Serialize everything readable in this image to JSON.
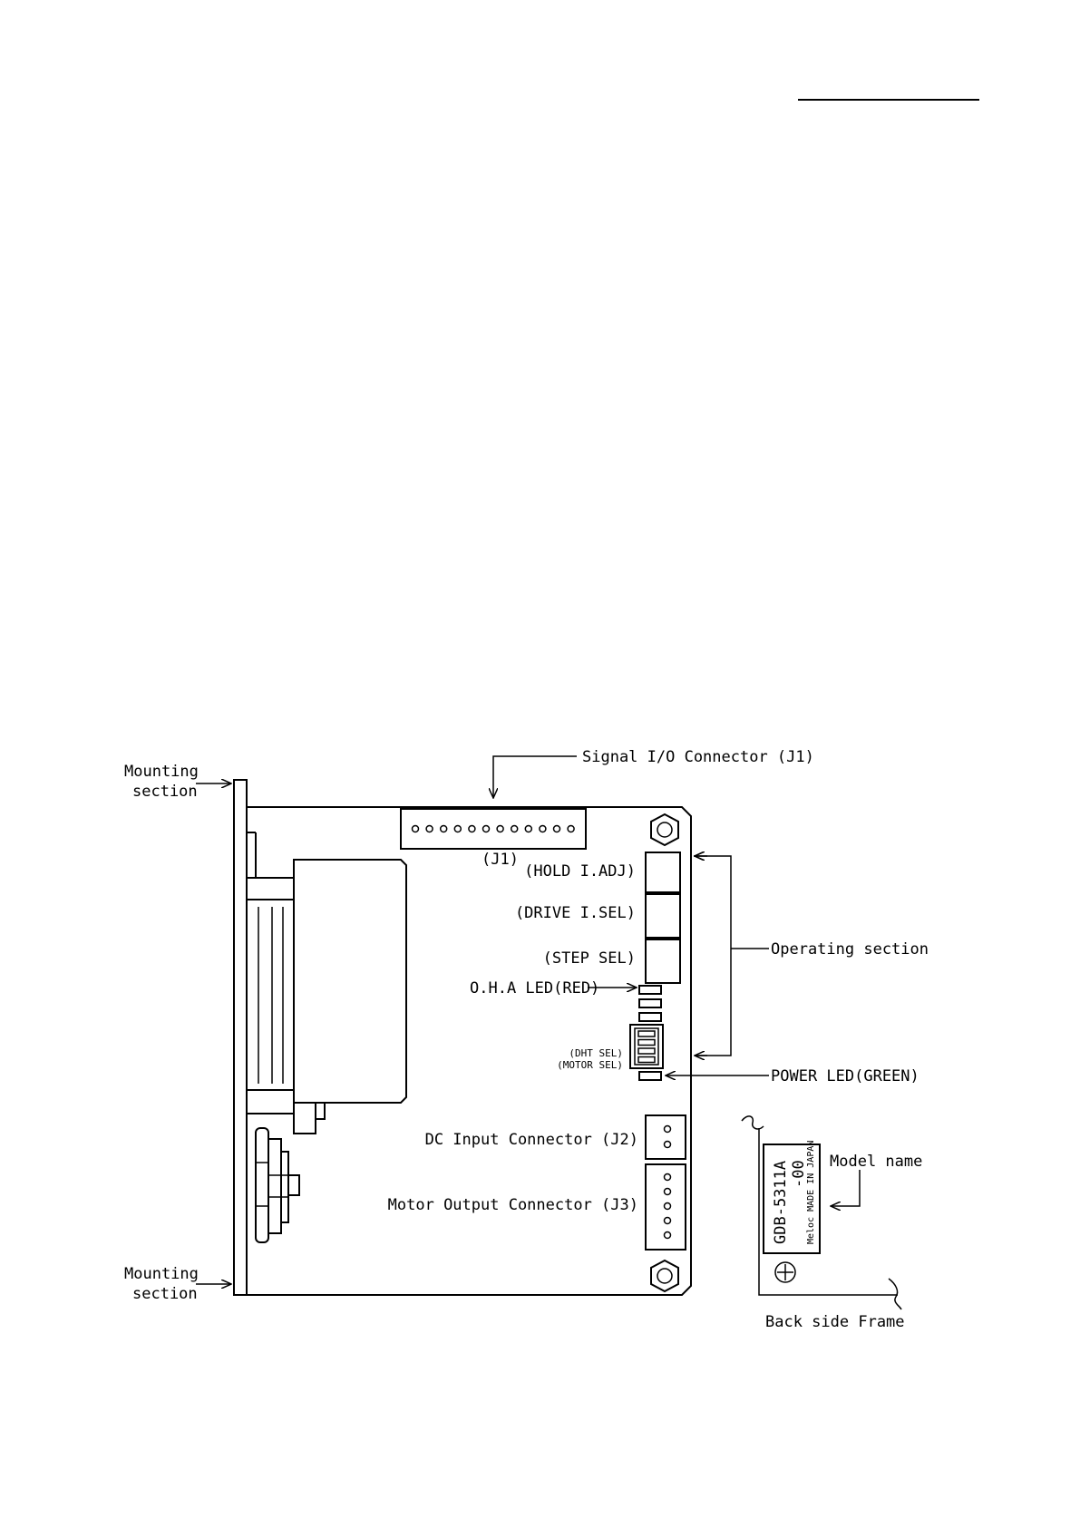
{
  "labels": {
    "signal_io": "Signal I/O Connector (J1)",
    "j1": "(J1)",
    "mounting_top_1": "Mounting",
    "mounting_top_2": "section",
    "mounting_bottom_1": "Mounting",
    "mounting_bottom_2": "section",
    "hold_adj": "(HOLD I.ADJ)",
    "drive_sel": "(DRIVE I.SEL)",
    "step_sel": "(STEP SEL)",
    "operating_section": "Operating section",
    "oha_led": "O.H.A LED(RED)",
    "dht_sel": "(DHT SEL)",
    "motor_sel": "(MOTOR SEL)",
    "power_led": "POWER LED(GREEN)",
    "dc_input": "DC Input Connector (J2)",
    "motor_output": "Motor Output Connector (J3)",
    "model_name": "Model name",
    "model_code": "GDB-5311A",
    "model_suffix": "-00",
    "maker": "Meloc MADE IN JAPAN",
    "back_frame": "Back side Frame"
  },
  "colors": {
    "ink": "#000000",
    "paper": "#ffffff"
  }
}
